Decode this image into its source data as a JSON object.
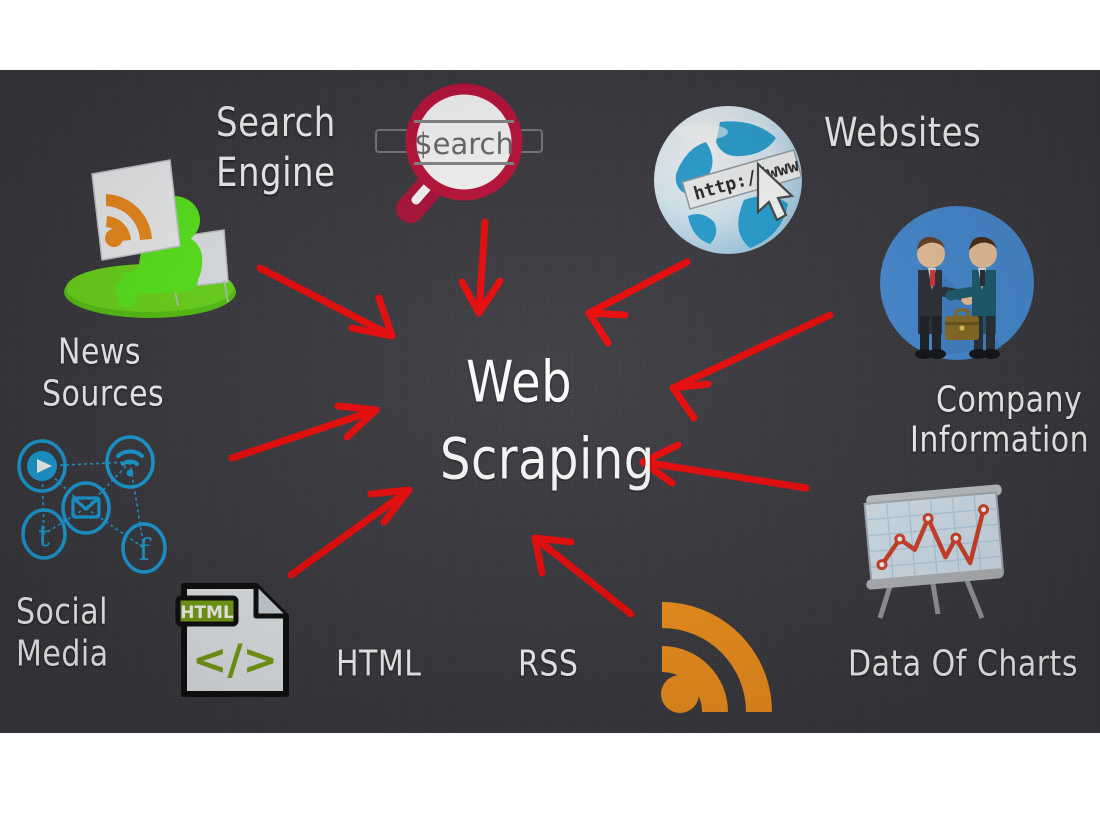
{
  "graphic": {
    "type": "concept-diagram",
    "title": "Web Scraping sources infographic",
    "background_color": "#3b3b41",
    "accent_color": "#ee0b0b",
    "letterbox_color": "#ffffff"
  },
  "center": {
    "line1": "Web",
    "line2": "Scraping"
  },
  "nodes": [
    {
      "id": "news-sources",
      "label_line1": "News",
      "label_line2": "Sources",
      "icon": "person-reading-rss-newspaper-icon",
      "colors": {
        "figure": "#5ef01f",
        "paper": "#f2f2f2",
        "rss": "#f59020",
        "base": "#5ac814"
      }
    },
    {
      "id": "search-engine",
      "label_line1": "Search",
      "label_line2": "Engine",
      "icon": "magnifier-search-bar-icon",
      "search_bar_text": "$earch",
      "colors": {
        "glass": "#c0143c",
        "lens": "#ffffff",
        "text": "#6d6d6d"
      }
    },
    {
      "id": "websites",
      "label_line1": "Websites",
      "label_line2": "",
      "icon": "globe-url-cursor-icon",
      "url_text": "http://www",
      "colors": {
        "globe": "#1d9fd4",
        "sphere": "#eef6fb"
      }
    },
    {
      "id": "company-information",
      "label_line1": "Company",
      "label_line2": "Information",
      "icon": "handshake-businessmen-icon",
      "colors": {
        "circle": "#4a90d9",
        "suit_left": "#3a3f47",
        "suit_right": "#1f5f73",
        "tie": "#e03a3a",
        "briefcase": "#9a7b2e"
      }
    },
    {
      "id": "data-of-charts",
      "label_line1": "Data Of Charts",
      "label_line2": "",
      "icon": "presentation-line-chart-board-icon",
      "colors": {
        "board": "#dceaf5",
        "line": "#d8452c",
        "frame": "#b9bcc0"
      }
    },
    {
      "id": "rss",
      "label_line1": "RSS",
      "label_line2": "",
      "icon": "rss-feed-icon",
      "colors": {
        "feed": "#f7941e"
      }
    },
    {
      "id": "html",
      "label_line1": "HTML",
      "label_line2": "",
      "icon": "html-file-code-icon",
      "badge_text": "HTML",
      "code_text": "</>",
      "colors": {
        "badge": "#7aa316",
        "code": "#7aa316",
        "page": "#e8edf0"
      }
    },
    {
      "id": "social-media",
      "label_line1": "Social",
      "label_line2": "Media",
      "icon": "social-network-nodes-icon",
      "sub_icons": [
        "play-icon",
        "wifi-icon",
        "mail-icon",
        "twitter-t-icon",
        "facebook-f-icon"
      ],
      "colors": {
        "nodes": "#1ca2dd"
      }
    }
  ],
  "arrows": [
    {
      "id": "arrow-news-to-center",
      "from": "news-sources",
      "to": "center",
      "direction": "down-right"
    },
    {
      "id": "arrow-search-to-center",
      "from": "search-engine",
      "to": "center",
      "direction": "down"
    },
    {
      "id": "arrow-websites-to-center",
      "from": "websites",
      "to": "center",
      "direction": "down-left"
    },
    {
      "id": "arrow-company-to-center",
      "from": "company-information",
      "to": "center",
      "direction": "left-down"
    },
    {
      "id": "arrow-charts-to-center",
      "from": "data-of-charts",
      "to": "center",
      "direction": "left"
    },
    {
      "id": "arrow-rss-to-center",
      "from": "rss",
      "to": "center",
      "direction": "up-left"
    },
    {
      "id": "arrow-html-to-center",
      "from": "html",
      "to": "center",
      "direction": "up-right"
    },
    {
      "id": "arrow-social-to-center",
      "from": "social-media",
      "to": "center",
      "direction": "right-up"
    }
  ]
}
